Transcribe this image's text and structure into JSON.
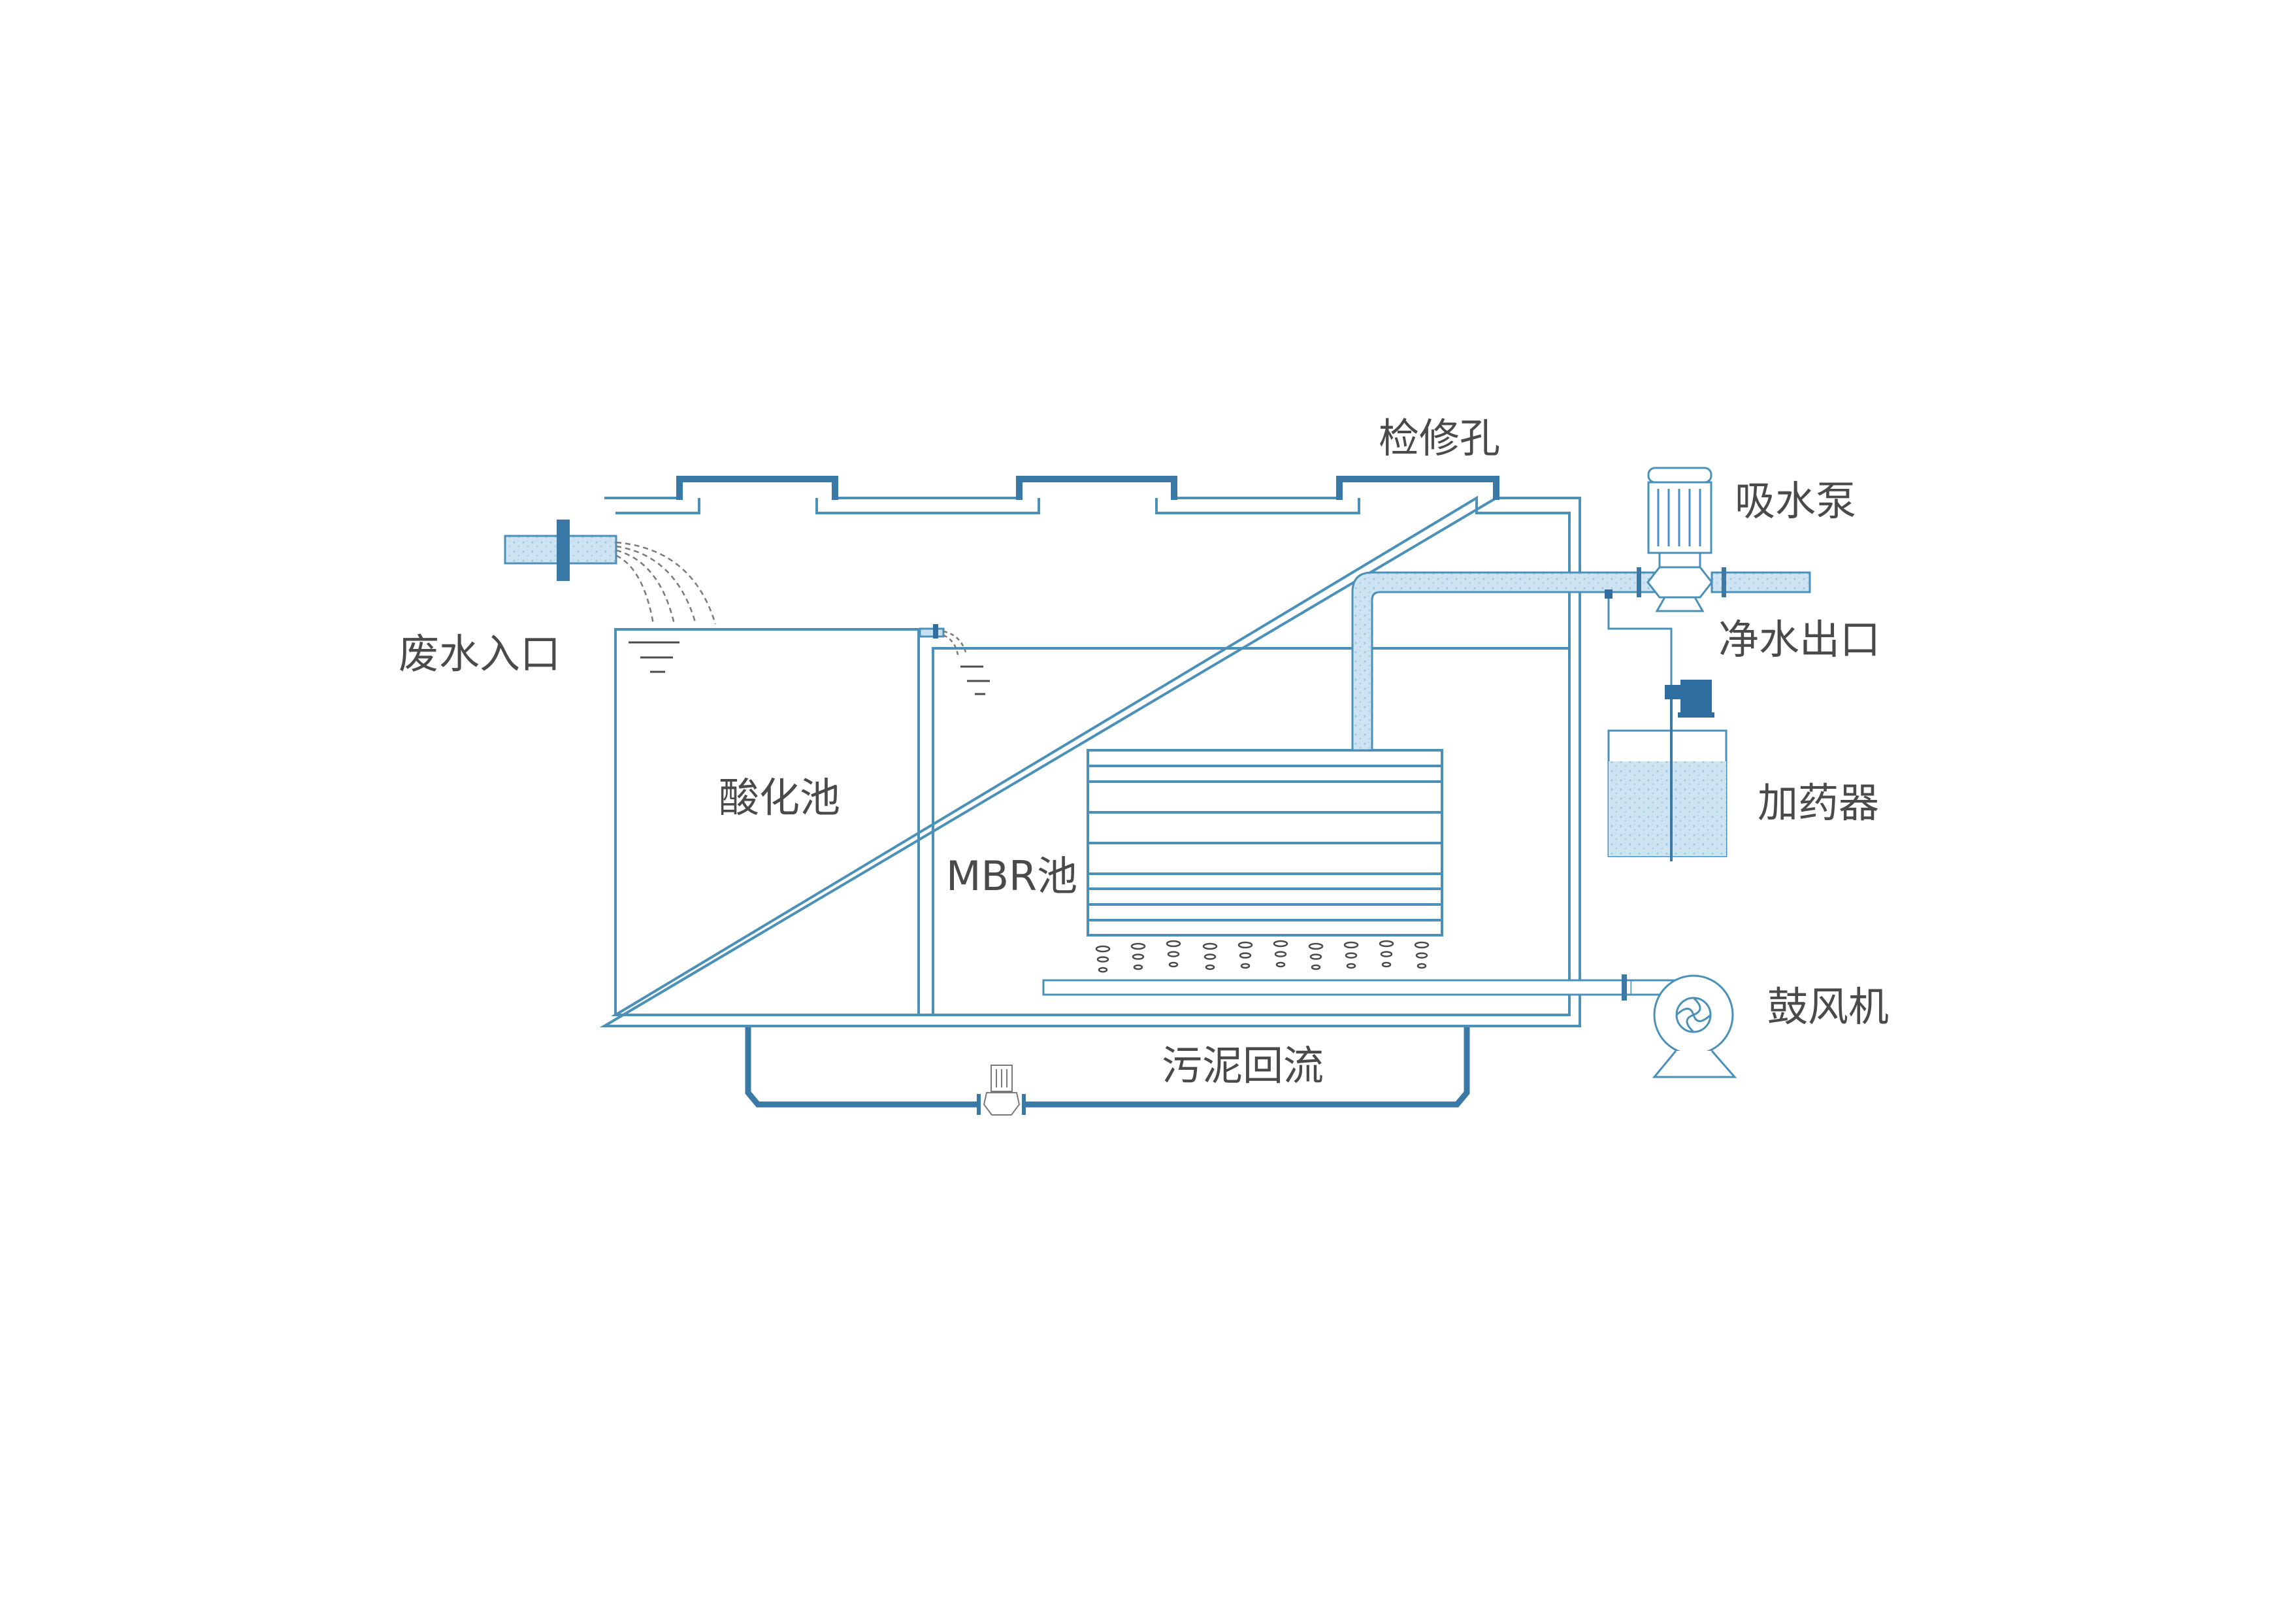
{
  "labels": {
    "wastewater_inlet": "废水入口",
    "inspection_hole": "检修孔",
    "suction_pump": "吸水泵",
    "clean_water_outlet": "净水出口",
    "acidification_tank": "酸化池",
    "mbr_tank": "MBR池",
    "dosing_device": "加药器",
    "blower": "鼓风机",
    "sludge_return": "污泥回流"
  },
  "colors": {
    "line": "#4a90b8",
    "pipe_dark": "#3a78a6",
    "water_fill": "#c6dff0",
    "dark_accent": "#2f6e9e",
    "text": "#4a4a4a",
    "dashed": "#7a7a7a"
  }
}
